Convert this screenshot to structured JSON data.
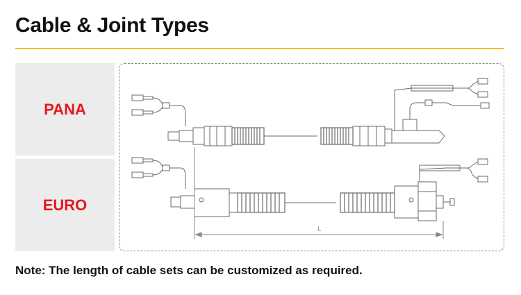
{
  "header": {
    "title": "Cable & Joint Types"
  },
  "rows": [
    {
      "label": "PANA"
    },
    {
      "label": "EURO"
    }
  ],
  "drawing": {
    "dimension_label": "L"
  },
  "footer": {
    "note": "Note: The length of cable sets can be customized as required."
  },
  "colors": {
    "accent_rule": "#f2c02a",
    "label_text": "#e4191e",
    "label_bg": "#ececec"
  }
}
